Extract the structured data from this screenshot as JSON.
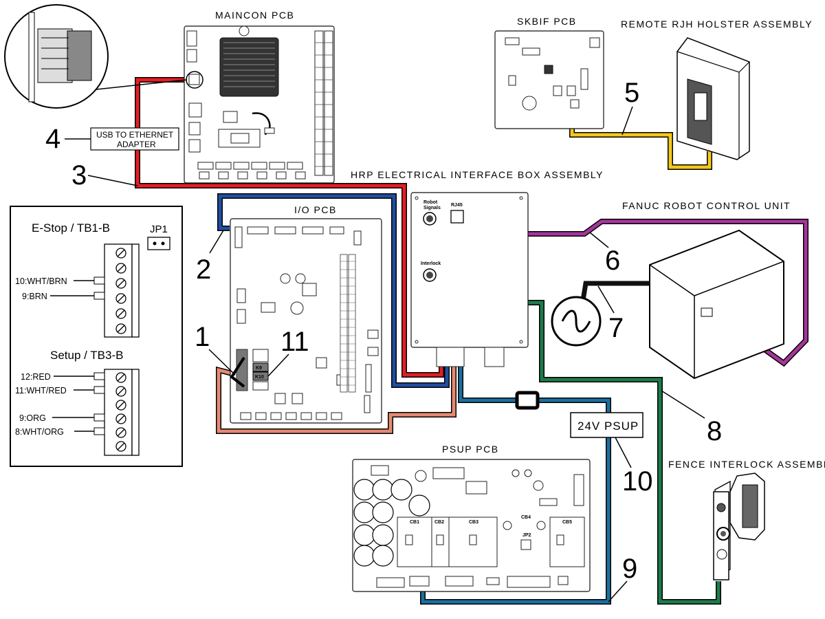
{
  "titles": {
    "maincon": "MAINCON PCB",
    "skbif": "SKBIF PCB",
    "rjh": "REMOTE RJH HOLSTER ASSEMBLY",
    "hrp": "HRP ELECTRICAL INTERFACE BOX ASSEMBLY",
    "fanuc": "FANUC ROBOT CONTROL UNIT",
    "io": "I/O PCB",
    "psup": "PSUP PCB",
    "fence": "FENCE INTERLOCK ASSEMBLY"
  },
  "labels": {
    "usb_adapter_line1": "USB TO ETHERNET",
    "usb_adapter_line2": "ADAPTER",
    "psup_24v": "24V PSUP",
    "robot_signals_1": "Robot",
    "robot_signals_2": "Signals",
    "rj45": "RJ45",
    "interlock": "Interlock",
    "k9": "K9",
    "k10": "K10",
    "cb1": "CB1",
    "cb2": "CB2",
    "cb3": "CB3",
    "cb4": "CB4",
    "cb5": "CB5",
    "jp2": "JP2"
  },
  "callouts": [
    "1",
    "2",
    "3",
    "4",
    "5",
    "6",
    "7",
    "8",
    "9",
    "10",
    "11"
  ],
  "inset": {
    "jp1": "JP1",
    "estop_title": "E-Stop / TB1-B",
    "estop_wires": [
      "10:WHT/BRN",
      "9:BRN"
    ],
    "setup_title": "Setup / TB3-B",
    "setup_wires": [
      "12:RED",
      "11:WHT/RED",
      "9:ORG",
      "8:WHT/ORG"
    ]
  },
  "cable_colors": {
    "red": "#e31e24",
    "blue": "#1f4fa3",
    "salmon": "#e58a73",
    "yellow": "#f3c81a",
    "magenta": "#a6359b",
    "green": "#1e7a4c",
    "teal": "#1b6f9e",
    "black": "#111111"
  }
}
